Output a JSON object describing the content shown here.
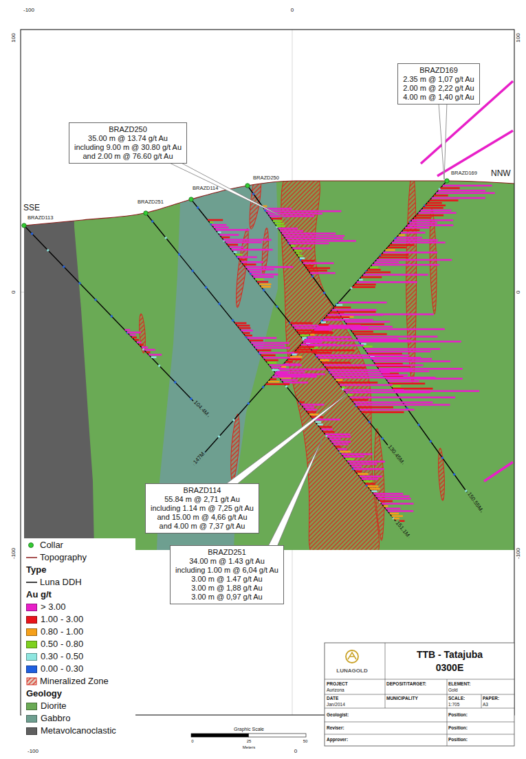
{
  "diagram": {
    "nodes": [
      {
        "text": [
          "BRAZD169",
          "2.35 m @ 1,07 g/t Au",
          "2.00 m @ 2,22 g/t Au",
          "4.00 m @ 1,40 g/t Au"
        ]
      },
      {
        "text": [
          "BRAZD250",
          "35.00 m @ 13.74 g/t Au",
          "including 9.00 m @ 30.80 g/t Au",
          "and 2.00 m @ 76.60 g/t Au"
        ]
      },
      {
        "text": [
          "BRAZD114",
          "55.84 m @ 2,71 g/t Au",
          "including 1.14 m @ 7,25 g/t Au",
          "and 15.00 m @ 4,66 g/t Au",
          "and 4.00 m @ 7,37 g/t Au"
        ]
      },
      {
        "text": [
          "BRAZD251",
          "34.00 m @ 1.43 g/t Au",
          "including 1.00 m @ 6,04 g/t Au",
          "3.00 m @ 1.47 g/t Au",
          "3.00 m @ 1,88 g/t Au",
          "3.00 m @ 0,97 g/t Au"
        ]
      }
    ],
    "labels": [
      "-100",
      "0",
      "100",
      "0",
      "-100",
      "100",
      "0",
      "-100",
      "-100",
      "0",
      "SSE",
      "NNW",
      "BRAZD113",
      "BRAZD251",
      "BRAZD114",
      "BRAZD250",
      "BRAZD169",
      "104.4M",
      "147M",
      "130.45M",
      "151.1M",
      "150.55M",
      "Type",
      "Au g/t",
      "Geology",
      "Graphic Scale",
      "0",
      "25",
      "50",
      "Meters",
      "LUNAGOLD",
      "TTB - Tatajuba",
      "0300E",
      "PROJECT",
      "Aurizona",
      "DEPOSIT/TARGET:",
      "ELEMENT:",
      "Gold",
      "DATE",
      "Jan/2014",
      "MUNICIPALITY",
      "SCALE:",
      "1:705",
      "PAPER:",
      "A3",
      "Geologist:",
      "Position:",
      "Reviser:",
      "Position:",
      "Approver:",
      "Position:"
    ],
    "legend": [
      {
        "text": "Collar"
      },
      {
        "text": "Topography"
      },
      {
        "text": "Luna DDH"
      },
      {
        "text": "> 3.00",
        "color": "#e81fc8"
      },
      {
        "text": "1.00 - 3.00",
        "color": "#e8141b"
      },
      {
        "text": "0.80 - 1.00",
        "color": "#f5a01a"
      },
      {
        "text": "0.50 - 0.80",
        "color": "#7ed11f"
      },
      {
        "text": "0.30 - 0.50",
        "color": "#8ee6e0"
      },
      {
        "text": "0.00 - 0.30",
        "color": "#1f5fe0"
      },
      {
        "text": "Mineralized Zone"
      },
      {
        "text": "Diorite",
        "color": "#6aaa55"
      },
      {
        "text": "Gabbro",
        "color": "#6e9f90"
      },
      {
        "text": "Metavolcanoclastic",
        "color": "#5f5f5f"
      }
    ]
  }
}
